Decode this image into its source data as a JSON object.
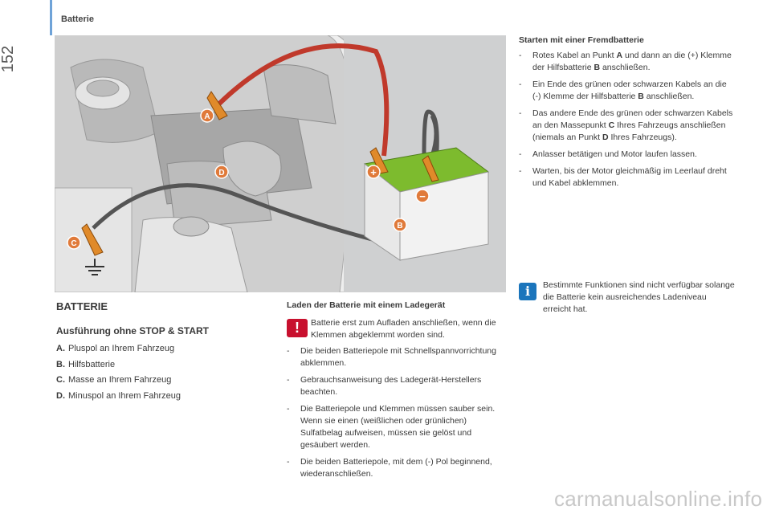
{
  "header": {
    "section_title": "Batterie",
    "page_number": "152"
  },
  "illustration": {
    "labels": {
      "A": "A",
      "B": "B",
      "C": "C",
      "D": "D",
      "plus": "+",
      "minus": "−"
    }
  },
  "battery_section": {
    "title": "BATTERIE",
    "subtitle": "Ausführung ohne STOP & START",
    "legend": [
      {
        "key": "A.",
        "text": "Pluspol an Ihrem Fahrzeug"
      },
      {
        "key": "B.",
        "text": "Hilfsbatterie"
      },
      {
        "key": "C.",
        "text": "Masse an Ihrem Fahrzeug"
      },
      {
        "key": "D.",
        "text": "Minuspol an Ihrem Fahrzeug"
      }
    ]
  },
  "charging": {
    "heading": "Laden der Batterie mit einem Ladegerät",
    "warning": "Batterie erst zum Aufladen anschließen, wenn die Klemmen abgeklemmt worden sind.",
    "steps": [
      "Die beiden Batteriepole mit Schnellspannvorrichtung abklemmen.",
      "Gebrauchsanweisung des Ladegerät-Herstellers beachten.",
      "Die Batteriepole und Klemmen müssen sauber sein. Wenn sie einen (weißlichen oder grünlichen) Sulfatbelag aufweisen, müssen sie gelöst und gesäubert werden.",
      "Die beiden Batteriepole, mit dem (-) Pol beginnend, wiederanschließen."
    ]
  },
  "jumpstart": {
    "heading": "Starten mit einer Fremdbatterie",
    "steps": [
      {
        "pre": "Rotes Kabel an Punkt ",
        "b1": "A",
        "mid": " und dann an die (+) Klemme der Hilfsbatterie ",
        "b2": "B",
        "post": " anschließen."
      },
      {
        "pre": "Ein Ende des grünen oder schwarzen Kabels an die (-) Klemme der Hilfsbatterie ",
        "b1": "B",
        "mid": " anschließen.",
        "b2": "",
        "post": ""
      },
      {
        "pre": "Das andere Ende des grünen oder schwarzen Kabels an den Massepunkt ",
        "b1": "C",
        "mid": " Ihres Fahrzeugs anschließen (niemals an Punkt ",
        "b2": "D",
        "post": " Ihres Fahrzeugs)."
      },
      {
        "pre": "Anlasser betätigen und Motor laufen lassen.",
        "b1": "",
        "mid": "",
        "b2": "",
        "post": ""
      },
      {
        "pre": "Warten, bis der Motor gleichmäßig im Leerlauf dreht und Kabel abklemmen.",
        "b1": "",
        "mid": "",
        "b2": "",
        "post": ""
      }
    ],
    "info": "Bestimmte Funktionen sind nicht verfügbar solange die Batterie kein ausreichendes Ladeniveau erreicht hat."
  },
  "watermark": "carmanualsonline.info",
  "colors": {
    "accent_blue": "#1b75bc",
    "warning_red": "#c8102e",
    "label_orange": "#e07a3a",
    "battery_green": "#7dbb2e"
  }
}
